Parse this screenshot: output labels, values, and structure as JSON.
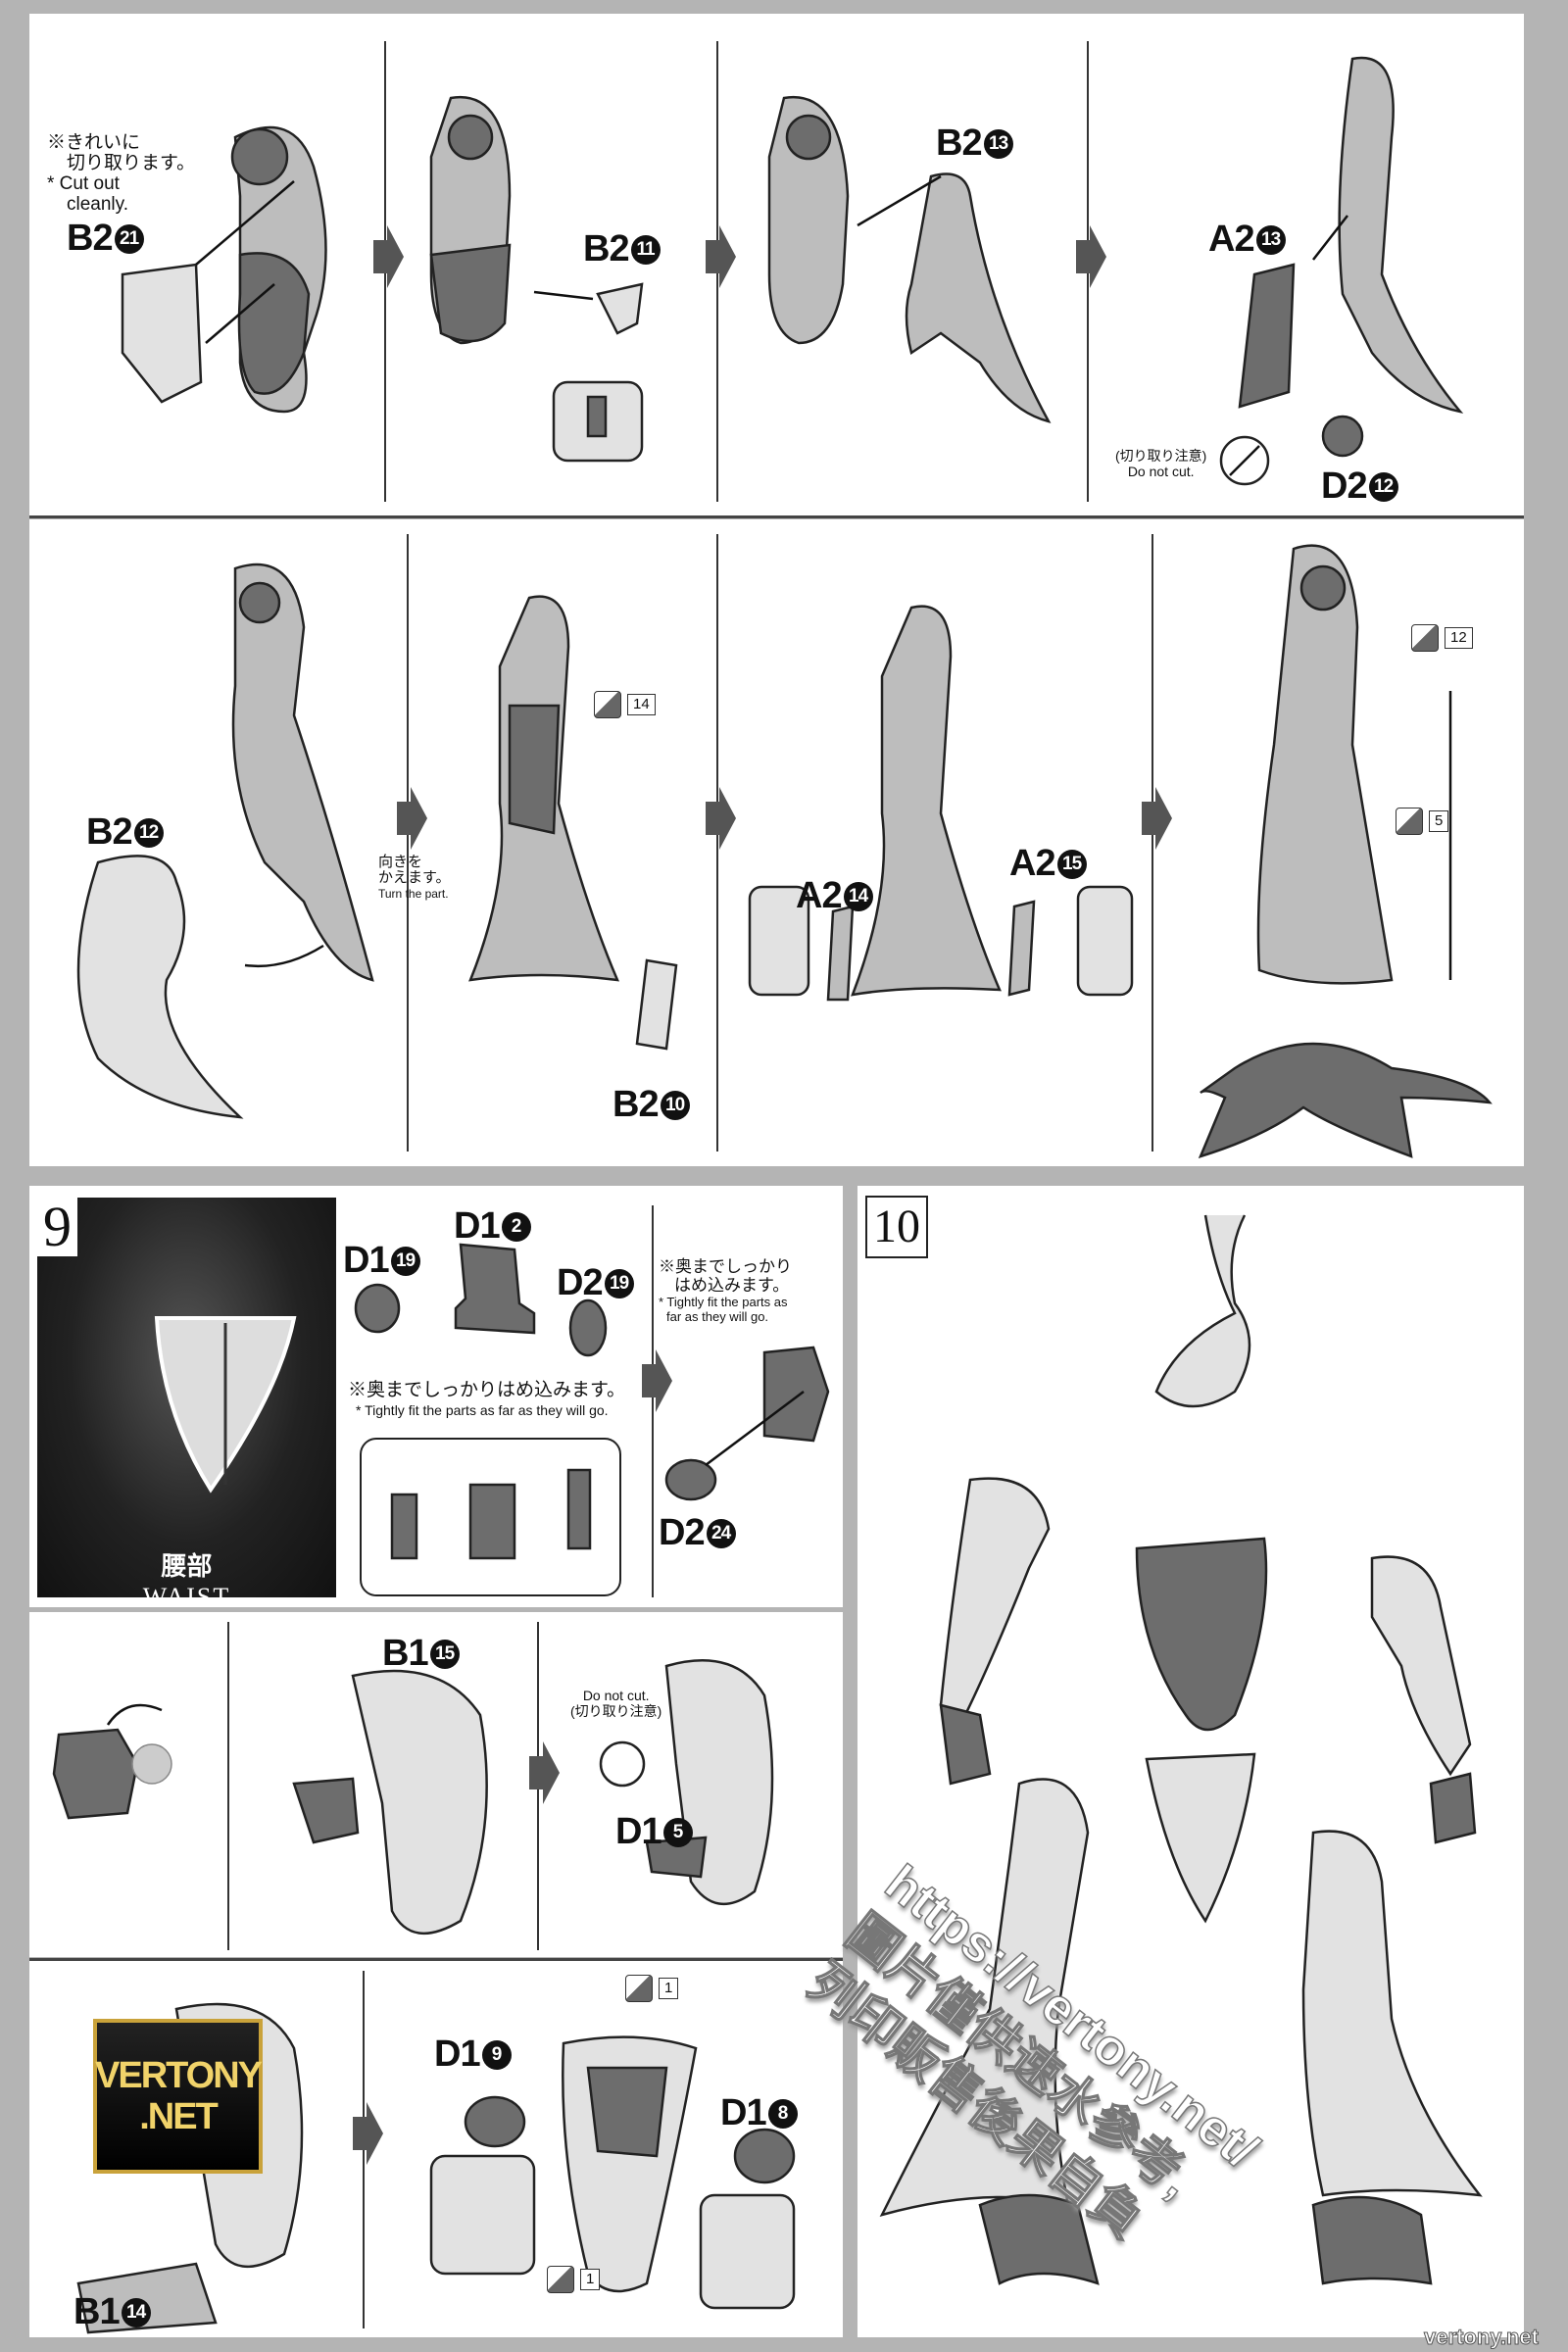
{
  "row1": {
    "cut_note_jp": "※きれいに",
    "cut_note_jp2": "切り取ります。",
    "cut_note_en": "* Cut out",
    "cut_note_en2": "cleanly.",
    "p1": {
      "part": "B2",
      "num": "21"
    },
    "p2": {
      "part": "B2",
      "num": "11"
    },
    "p3": {
      "part": "B2",
      "num": "13"
    },
    "p4": {
      "part": "A2",
      "num": "13"
    },
    "p5": {
      "part": "D2",
      "num": "12"
    },
    "donot_jp": "(切り取り注意)",
    "donot_en": "Do not cut."
  },
  "row2": {
    "p1": {
      "part": "B2",
      "num": "12"
    },
    "turn_jp": "向きを",
    "turn_jp2": "かえます。",
    "turn_en": "Turn the part.",
    "seal_a": "14",
    "p2": {
      "part": "B2",
      "num": "10"
    },
    "p3": {
      "part": "A2",
      "num": "14"
    },
    "p4": {
      "part": "A2",
      "num": "15"
    },
    "seal_b": "12",
    "seal_c": "5"
  },
  "step9": {
    "number": "9",
    "title_jp": "腰部",
    "title_en": "WAIST",
    "p1": {
      "part": "D1",
      "num": "19"
    },
    "p2": {
      "part": "D1",
      "num": "2"
    },
    "p3": {
      "part": "D2",
      "num": "19"
    },
    "fit_jp": "※奥までしっかりはめ込みます。",
    "fit_en": "* Tightly fit the parts as far as they will go.",
    "fit2_jp": "※奥までしっかり",
    "fit2_jp2": "はめ込みます。",
    "fit2_en": "* Tightly fit the parts as",
    "fit2_en2": "far as they will go.",
    "p4": {
      "part": "D2",
      "num": "24"
    }
  },
  "row4": {
    "p1": {
      "part": "B1",
      "num": "15"
    },
    "donot_en": "Do not cut.",
    "donot_jp": "(切り取り注意)",
    "p2": {
      "part": "D1",
      "num": "5"
    }
  },
  "row5": {
    "seal_a": "1",
    "p1": {
      "part": "D1",
      "num": "9"
    },
    "p2": {
      "part": "D1",
      "num": "8"
    },
    "seal_b": "1",
    "p3": {
      "part": "B1",
      "num": "14"
    }
  },
  "step10": {
    "number": "10"
  },
  "watermark": {
    "line1": "https://vertony.net/",
    "line2": "圖片僅供速水參考,",
    "line3": "列印販售後果自負"
  },
  "logo": {
    "line1": "VERTONY",
    "line2": ".NET"
  },
  "footer": "vertony.net"
}
